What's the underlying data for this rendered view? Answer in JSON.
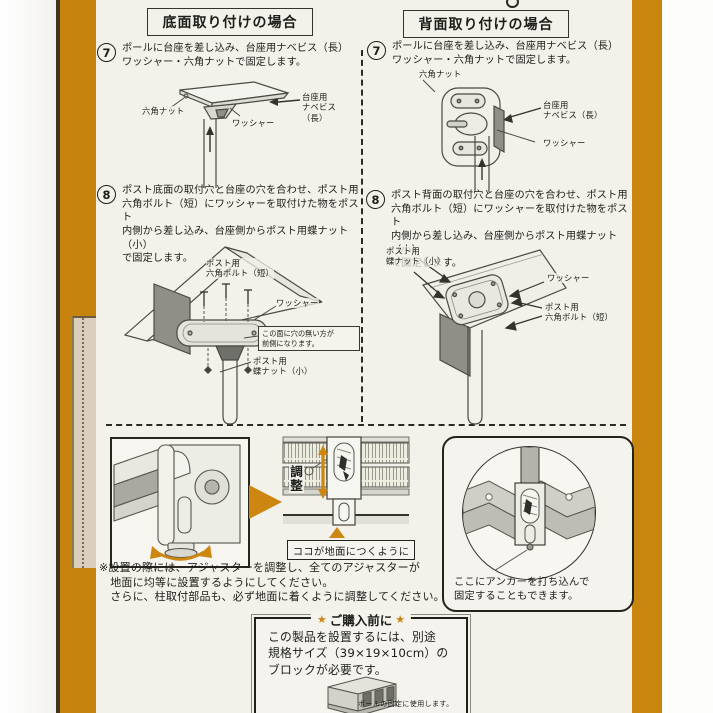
{
  "colors": {
    "orange": "#c6830e",
    "paper": "#f2f1ea",
    "ink": "#1d1d1a"
  },
  "headers": {
    "left": "底面取り付けの場合",
    "right": "背面取り付けの場合"
  },
  "steps": {
    "left7": {
      "num": "7",
      "text": "ポールに台座を差し込み、台座用ナベビス（長）\nワッシャー・六角ナットで固定します。"
    },
    "right7": {
      "num": "7",
      "text": "ポールに台座を差し込み、台座用ナベビス（長）\nワッシャー・六角ナットで固定します。"
    },
    "left8": {
      "num": "8",
      "text": "ポスト底面の取付穴と台座の穴を合わせ、ポスト用\n六角ボルト（短）にワッシャーを取付けた物をポスト\n内側から差し込み、台座側からポスト用蝶ナット（小）\nで固定します。"
    },
    "right8": {
      "num": "8",
      "text": "ポスト背面の取付穴と台座の穴を合わせ、ポスト用\n六角ボルト（短）にワッシャーを取付けた物をポスト\n内側から差し込み、台座側からポスト用蝶ナット（小）\nで固定します。"
    }
  },
  "labels": {
    "left7": {
      "hex_nut": "六角ナット",
      "washer": "ワッシャー",
      "pan_screw": "台座用\nナベビス（長）"
    },
    "right7": {
      "hex_nut": "六角ナット",
      "pan_screw": "台座用\nナベビス（長）",
      "washer": "ワッシャー"
    },
    "left8": {
      "hex_bolt": "ポスト用\n六角ボルト（短）",
      "washer": "ワッシャー",
      "front_note": "この面に穴の無い方が\n前側になります。",
      "wing_nut": "ポスト用\n蝶ナット（小）"
    },
    "right8": {
      "wing_nut": "ポスト用\n蝶ナット（小）",
      "washer": "ワッシャー",
      "hex_bolt": "ポスト用\n六角ボルト（短）"
    }
  },
  "bottom": {
    "adjust_label": "調整",
    "ground_caption": "ココが地面につくように",
    "anchor_caption": "ここにアンカーを打ち込んで\n固定することもできます。",
    "install_note": "※設置の際には、アジャスターを調整し、全てのアジャスターが\n　地面に均等に設置するようにしてください。\n　さらに、柱取付部品も、必ず地面に着くように調整してください。"
  },
  "purchase_box": {
    "star": "★",
    "title": "ご購入前に",
    "text": "この製品を設置するには、別途\n規格サイズ（39×19×10cm）の\nブロックが必要です。",
    "caption": "ポールの固定に使用します。"
  }
}
